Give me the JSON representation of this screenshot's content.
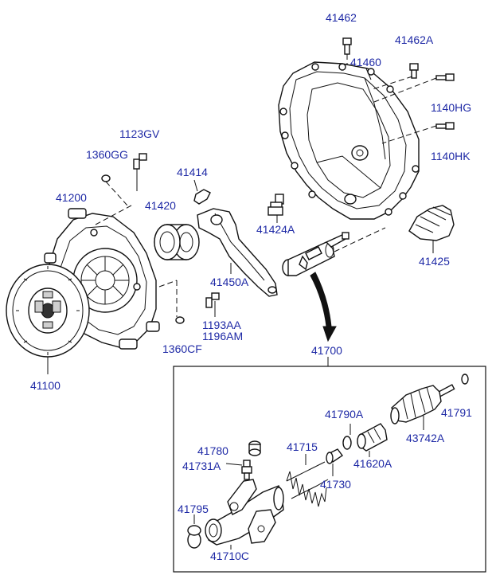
{
  "callouts": {
    "p41462": "41462",
    "p41462a": "41462A",
    "p41460": "41460",
    "p1140hg": "1140HG",
    "p1140hk": "1140HK",
    "p1123gv": "1123GV",
    "p1360gg": "1360GG",
    "p41414": "41414",
    "p41200": "41200",
    "p41420": "41420",
    "p41424a": "41424A",
    "p41425": "41425",
    "p41450a": "41450A",
    "p1193aa": "1193AA",
    "p1196am": "1196AM",
    "p1360cf": "1360CF",
    "p41100": "41100",
    "p41700": "41700",
    "p41790a": "41790A",
    "p41791": "41791",
    "p43742a": "43742A",
    "p41780": "41780",
    "p41715": "41715",
    "p41731a": "41731A",
    "p41620a": "41620A",
    "p41730": "41730",
    "p41795": "41795",
    "p41710c": "41710C"
  },
  "colors": {
    "label": "#1f2aa6",
    "line": "#111111",
    "background": "#ffffff"
  }
}
